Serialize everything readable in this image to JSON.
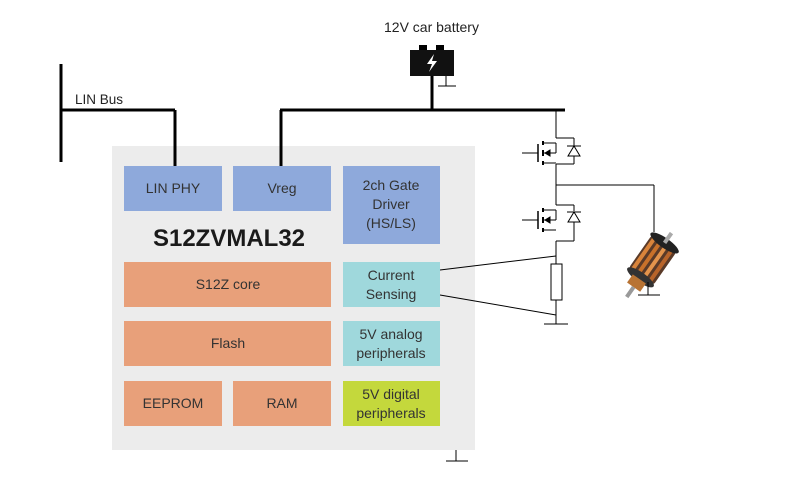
{
  "battery": {
    "label": "12V car battery",
    "icon": "lightning-bolt-icon"
  },
  "bus": {
    "label": "LIN Bus"
  },
  "chip": {
    "name": "S12ZVMAL32",
    "blocks": {
      "lin_phy": "LIN PHY",
      "vreg": "Vreg",
      "gate_driver": [
        "2ch Gate",
        "Driver",
        "(HS/LS)"
      ],
      "core": "S12Z core",
      "current_sensing": [
        "Current",
        "Sensing"
      ],
      "flash": "Flash",
      "analog": [
        "5V analog",
        "peripherals"
      ],
      "eeprom": "EEPROM",
      "ram": "RAM",
      "digital": [
        "5V digital",
        "peripherals"
      ]
    }
  },
  "colors": {
    "chip_bg": "#ececec",
    "blue_block": "#8ea9db",
    "orange_block": "#e8a07a",
    "teal_block": "#9fd8dc",
    "green_block": "#c4d83c",
    "wire": "#000000"
  },
  "motor": {
    "icon": "dc-motor-rotor-icon"
  }
}
